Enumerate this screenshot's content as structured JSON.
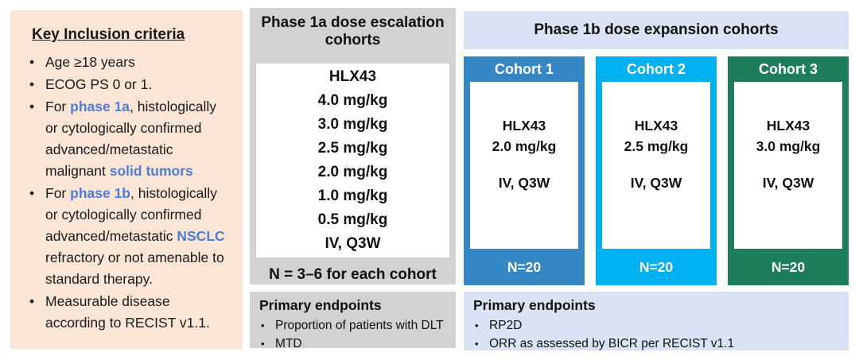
{
  "colors": {
    "panel_peach": "#fbe5d6",
    "panel_gray": "#d2d2d2",
    "panel_lavender": "#dae3f3",
    "highlight_text": "#4d7ed2",
    "cohort1": "#3586c5",
    "cohort2": "#00b0f0",
    "cohort3": "#1e7d5a"
  },
  "inclusion": {
    "title": "Key Inclusion criteria",
    "bullets": [
      {
        "segments": [
          {
            "t": "Age ≥18 years"
          }
        ]
      },
      {
        "segments": [
          {
            "t": "ECOG PS 0 or 1."
          }
        ]
      },
      {
        "segments": [
          {
            "t": "For "
          },
          {
            "t": "phase 1a",
            "hl": true
          },
          {
            "t": ", histologically or cytologically confirmed advanced/metastatic malignant "
          },
          {
            "t": "solid tumors",
            "hl": true
          }
        ]
      },
      {
        "segments": [
          {
            "t": "For "
          },
          {
            "t": "phase 1b",
            "hl": true
          },
          {
            "t": ", histologically or cytologically confirmed advanced/metastatic "
          },
          {
            "t": "NSCLC",
            "hl": true
          },
          {
            "t": " refractory or not amenable to standard therapy."
          }
        ]
      },
      {
        "segments": [
          {
            "t": "Measurable disease according to RECIST v1.1."
          }
        ]
      }
    ]
  },
  "phase1a": {
    "title": "Phase 1a dose escalation cohorts",
    "dose_lines": [
      "HLX43",
      "4.0 mg/kg",
      "3.0 mg/kg",
      "2.5 mg/kg",
      "2.0 mg/kg",
      "1.0 mg/kg",
      "0.5 mg/kg",
      "IV, Q3W"
    ],
    "n_label": "N = 3–6 for each cohort",
    "endpoints": {
      "title": "Primary endpoints",
      "items": [
        "Proportion of patients with DLT",
        "MTD"
      ]
    }
  },
  "phase1b": {
    "title": "Phase 1b dose expansion cohorts",
    "cohorts": [
      {
        "label": "Cohort 1",
        "color": "#3586c5",
        "drug": "HLX43",
        "dose": "2.0 mg/kg",
        "schedule": "IV, Q3W",
        "n": "N=20"
      },
      {
        "label": "Cohort 2",
        "color": "#00b0f0",
        "drug": "HLX43",
        "dose": "2.5 mg/kg",
        "schedule": "IV, Q3W",
        "n": "N=20"
      },
      {
        "label": "Cohort 3",
        "color": "#1e7d5a",
        "drug": "HLX43",
        "dose": "3.0 mg/kg",
        "schedule": "IV, Q3W",
        "n": "N=20"
      }
    ],
    "endpoints": {
      "title": "Primary endpoints",
      "items": [
        "RP2D",
        "ORR as assessed by BICR per RECIST v1.1"
      ]
    }
  }
}
